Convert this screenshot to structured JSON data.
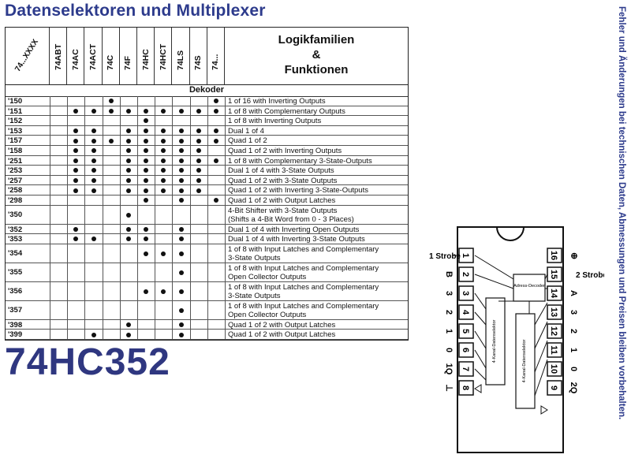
{
  "title": "Datenselektoren und Multiplexer",
  "part_number": "74HC352",
  "sidebar_note": "Fehler und Änderungen bei technischen Daten, Abmessungen und Preisen bleiben vorbehalten.",
  "table": {
    "corner_label": "74...XXXX",
    "families": [
      "74ABT",
      "74AC",
      "74ACT",
      "74C",
      "74F",
      "74HC",
      "74HCT",
      "74LS",
      "74S",
      "74..."
    ],
    "functions_header": [
      "Logikfamilien",
      "&",
      "Funktionen"
    ],
    "section": "Dekoder",
    "rows": [
      {
        "code": "'150",
        "fn": [
          "1 of 16 with Inverting Outputs"
        ],
        "dots": [
          3,
          9
        ]
      },
      {
        "code": "'151",
        "fn": [
          "1 of 8 with Complementary Outputs"
        ],
        "dots": [
          1,
          2,
          3,
          4,
          5,
          6,
          7,
          8,
          9
        ]
      },
      {
        "code": "'152",
        "fn": [
          "1 of 8 with Inverting Outputs"
        ],
        "dots": [
          5
        ]
      },
      {
        "code": "'153",
        "fn": [
          "Dual 1 of 4"
        ],
        "dots": [
          1,
          2,
          4,
          5,
          6,
          7,
          8,
          9
        ]
      },
      {
        "code": "'157",
        "fn": [
          "Quad 1 of 2"
        ],
        "dots": [
          1,
          2,
          3,
          4,
          5,
          6,
          7,
          8,
          9
        ]
      },
      {
        "code": "'158",
        "fn": [
          "Quad 1 of 2 with Inverting Outputs"
        ],
        "dots": [
          1,
          2,
          4,
          5,
          6,
          7,
          8
        ]
      },
      {
        "code": "'251",
        "fn": [
          "1 of 8 with Complementary 3-State-Outputs"
        ],
        "dots": [
          1,
          2,
          4,
          5,
          6,
          7,
          8,
          9
        ]
      },
      {
        "code": "'253",
        "fn": [
          "Dual 1 of 4 with 3-State Outputs"
        ],
        "dots": [
          1,
          2,
          4,
          5,
          6,
          7,
          8
        ]
      },
      {
        "code": "'257",
        "fn": [
          "Quad 1 of 2 with 3-State Outputs"
        ],
        "dots": [
          1,
          2,
          4,
          5,
          6,
          7,
          8
        ]
      },
      {
        "code": "'258",
        "fn": [
          "Quad 1 of 2 with Inverting 3-State-Outputs"
        ],
        "dots": [
          1,
          2,
          4,
          5,
          6,
          7,
          8
        ]
      },
      {
        "code": "'298",
        "fn": [
          "Quad 1 of 2 with Output Latches"
        ],
        "dots": [
          5,
          7,
          9
        ]
      },
      {
        "code": "'350",
        "fn": [
          "4-Bit Shifter with 3-State Outputs",
          "(Shifts a 4-Bit Word from 0 - 3 Places)"
        ],
        "dots": [
          4
        ]
      },
      {
        "code": "'352",
        "fn": [
          "Dual 1 of 4 with Inverting Open Outputs"
        ],
        "dots": [
          1,
          4,
          5,
          7
        ]
      },
      {
        "code": "'353",
        "fn": [
          "Dual 1 of 4 with Inverting 3-State Outputs"
        ],
        "dots": [
          1,
          2,
          4,
          5,
          7
        ]
      },
      {
        "code": "'354",
        "fn": [
          "1 of 8 with Input Latches and Complementary",
          "3-State Outputs"
        ],
        "dots": [
          5,
          6,
          7
        ]
      },
      {
        "code": "'355",
        "fn": [
          "1 of 8 with Input Latches and Complementary",
          "Open Collector Outputs"
        ],
        "dots": [
          7
        ]
      },
      {
        "code": "'356",
        "fn": [
          "1 of 8 with Input Latches and Complementary",
          "3-State Outputs"
        ],
        "dots": [
          5,
          6,
          7
        ]
      },
      {
        "code": "'357",
        "fn": [
          "1 of 8 with Input Latches and Complementary",
          "Open Collector Outputs"
        ],
        "dots": [
          7
        ]
      },
      {
        "code": "'398",
        "fn": [
          "Quad 1 of 2 with Output Latches"
        ],
        "dots": [
          4,
          7
        ]
      },
      {
        "code": "'399",
        "fn": [
          "Quad 1 of 2 with Output Latches"
        ],
        "dots": [
          2,
          4,
          7
        ]
      }
    ]
  },
  "pinout": {
    "left_labels": [
      "1 Strobe",
      "B",
      "3",
      "2",
      "1",
      "0",
      "1Q",
      "⊥"
    ],
    "right_labels": [
      "⊕",
      "2 Strobe",
      "A",
      "3",
      "2",
      "1",
      "0",
      "2Q"
    ],
    "left_pins": [
      "1",
      "2",
      "3",
      "4",
      "5",
      "6",
      "7",
      "8"
    ],
    "right_pins": [
      "16",
      "15",
      "14",
      "13",
      "12",
      "11",
      "10",
      "9"
    ],
    "block_decoder": "Adress-Decoder",
    "block_mux1": "4-Kanal-Datenselektor",
    "block_mux2": "4-Kanal-Datenselektor"
  }
}
